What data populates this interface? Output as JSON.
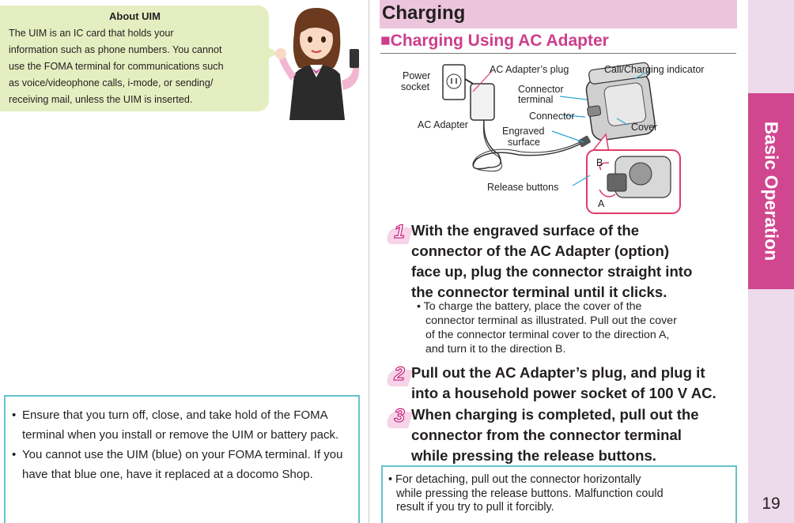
{
  "uim": {
    "title": "About UIM",
    "lines": [
      "The UIM is an IC card that holds your",
      "information such as phone numbers. You cannot",
      "use the FOMA terminal for communications such",
      "as voice/videophone calls, i-mode, or sending/",
      "receiving mail, unless the UIM is inserted."
    ]
  },
  "left_note": {
    "items": [
      "Ensure that you turn off, close, and take hold of the FOMA terminal when you install or remove the UIM or battery pack.",
      "You cannot use the UIM (blue) on your FOMA terminal. If you have that blue one, have it replaced at a docomo Shop."
    ]
  },
  "header": {
    "title": "Charging"
  },
  "section": {
    "title": "■Charging Using AC Adapter"
  },
  "diagram": {
    "labels": {
      "power_socket_1": "Power",
      "power_socket_2": "socket",
      "ac_plug": "AC Adapter’s plug",
      "call_indicator": "Call/Charging indicator",
      "connector_terminal_1": "Connector",
      "connector_terminal_2": "terminal",
      "connector": "Connector",
      "ac_adapter": "AC Adapter",
      "engraved_1": "Engraved",
      "engraved_2": "surface",
      "cover": "Cover",
      "release_buttons": "Release buttons",
      "arrow_a": "A",
      "arrow_b": "B"
    }
  },
  "steps": [
    {
      "number": "1",
      "lines": [
        "With the engraved surface of the",
        "connector of the AC Adapter (option)",
        "face up, plug the connector straight into",
        "the connector terminal until it clicks."
      ],
      "sub": [
        "• To charge the battery, place the cover of the",
        "connector terminal as illustrated. Pull out the cover",
        "of the connector terminal cover to the direction A,",
        "and turn it to the direction B."
      ]
    },
    {
      "number": "2",
      "lines": [
        "Pull out the AC Adapter’s plug, and plug it",
        "into a household power socket of 100 V AC."
      ]
    },
    {
      "number": "3",
      "lines": [
        "When charging is completed, pull out the",
        "connector from the connector terminal",
        "while pressing the release buttons."
      ]
    }
  ],
  "right_note": {
    "lines": [
      "• For detaching, pull out the connector horizontally",
      "while pressing the release buttons. Malfunction could",
      "result if you try to pull it forcibly."
    ]
  },
  "side_tab": {
    "label": "Basic Operation"
  },
  "page_number": "19",
  "colors": {
    "accent": "#cc3e8c",
    "header_bg": "#ecc5dd",
    "tab": "#d0468f",
    "note_border": "#66c2cf",
    "uim_bg": "#e4eec0"
  }
}
